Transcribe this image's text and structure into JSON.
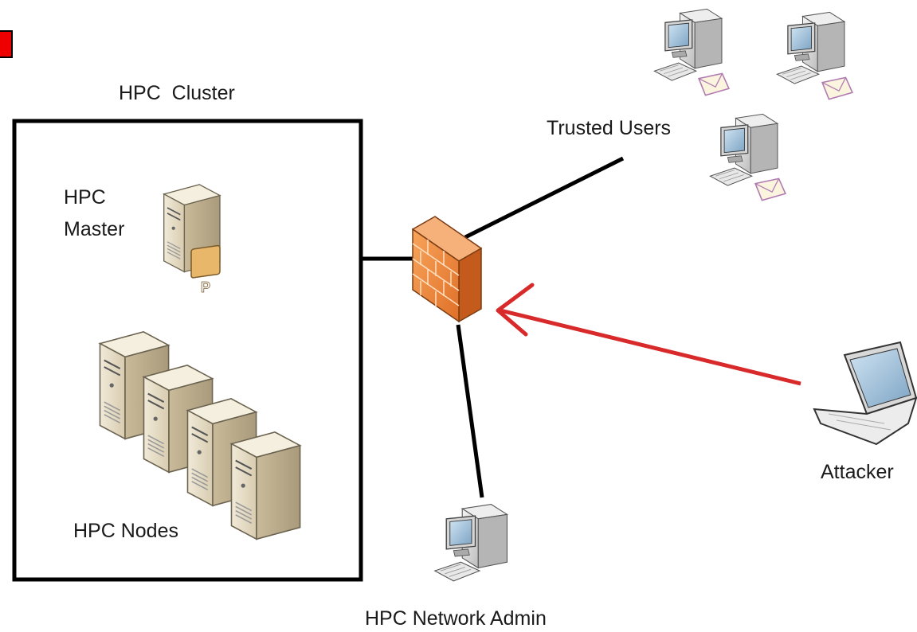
{
  "labels": {
    "cluster_title": "HPC  Cluster",
    "master_line1": "HPC",
    "master_line2": "Master",
    "nodes": "HPC Nodes",
    "trusted_users": "Trusted Users",
    "attacker": "Attacker",
    "admin": "HPC Network Admin",
    "badge_letter": "P"
  },
  "colors": {
    "line": "#000000",
    "attack_arrow": "#d82a2a",
    "firewall": "#f08a3c",
    "server_body": "#e6dcc4",
    "marker": "#ee0000"
  },
  "icons": [
    "server-icon",
    "firewall-icon",
    "workstation-icon",
    "laptop-icon",
    "mail-icon"
  ]
}
